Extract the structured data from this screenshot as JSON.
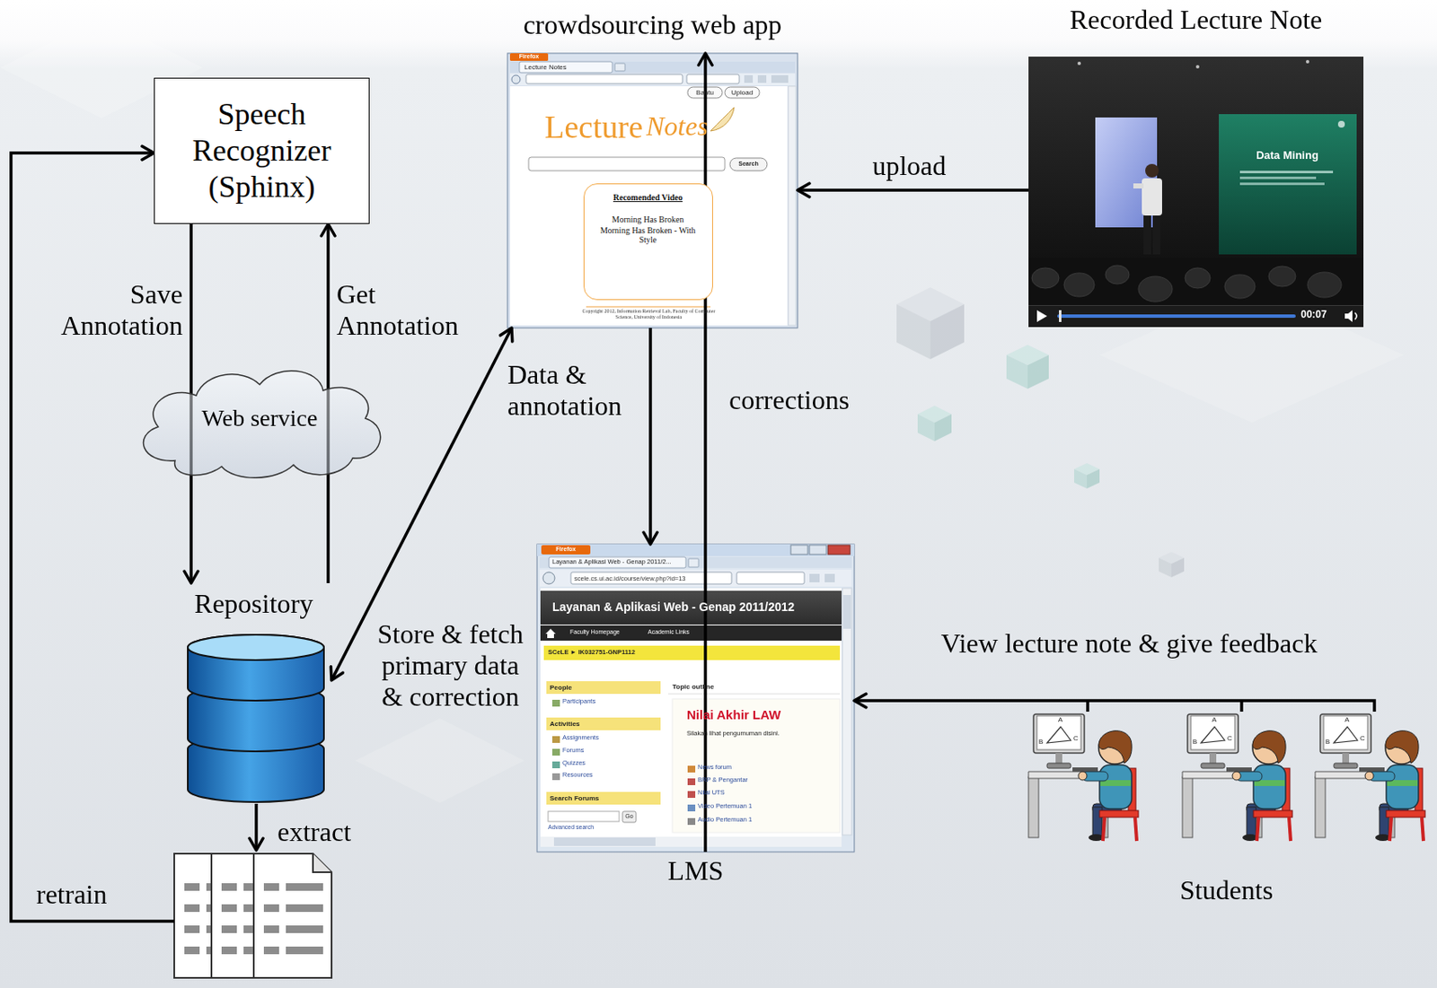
{
  "diagram": {
    "nodes": [
      {
        "text": [
          "Speech Recognizer (Sphinx)"
        ]
      },
      {
        "text": [
          "crowdsourcing web app",
          "Firefox",
          "Lecture Notes",
          "Bantu",
          "Upload",
          "Lecture",
          "Notes",
          "Search",
          "Copyright 2012, Information Retrieval Lab, Faculty of Computer Science, University of Indonesia"
        ]
      },
      {
        "text": [
          "Recomended Video",
          "Morning Has Broken",
          "Morning Has Broken - With Style"
        ],
        "in": 1
      },
      {
        "text": [
          "Recorded Lecture Note",
          "Data Mining",
          "00:07"
        ]
      },
      {
        "text": [
          "Web service"
        ]
      },
      {
        "text": [
          "Repository"
        ]
      },
      {
        "text": [
          "LMS",
          "Firefox",
          "Layanan & Aplikasi Web - Genap 2011/2...",
          "scele.cs.ui.ac.id/course/view.php?id=13",
          "Layanan & Aplikasi Web - Genap 2011/2012",
          "Faculty Homepage",
          "Academic Links",
          "SCeLE ► IK032751-GNP1112",
          "People",
          "Participants",
          "Activities",
          "Assignments",
          "Forums",
          "Quizzes",
          "Resources",
          "Search Forums",
          "Go",
          "Advanced search",
          "Topic outline",
          "Nilai Akhir LAW",
          "Silakan lihat pengumuman disini.",
          "News forum",
          "BRP & Pengantar",
          "Nilai UTS",
          "Video Pertemuan 1",
          "Audio Pertemuan 1"
        ]
      },
      {
        "text": [
          "Students"
        ]
      }
    ],
    "edges": [
      {
        "from": 0,
        "to": 5,
        "label": "Save Annotation",
        "arrow": "to"
      },
      {
        "from": 5,
        "to": 0,
        "label": "Get Annotation",
        "arrow": "to"
      },
      {
        "from": 3,
        "to": 1,
        "label": "upload",
        "arrow": "to"
      },
      {
        "from": 1,
        "to": 5,
        "label": "Store & fetch primary data & correction",
        "arrow": "both"
      },
      {
        "from": 1,
        "to": 6,
        "label": "Data & annotation",
        "arrow": "to"
      },
      {
        "from": 6,
        "to": 1,
        "label": "corrections",
        "arrow": "to"
      },
      {
        "from": 7,
        "to": 6,
        "label": "View lecture note & give feedback",
        "arrow": "to"
      }
    ],
    "labels": [
      "extract",
      "retrain",
      "A",
      "B",
      "C",
      "A",
      "B",
      "C",
      "A",
      "B",
      "C"
    ]
  }
}
